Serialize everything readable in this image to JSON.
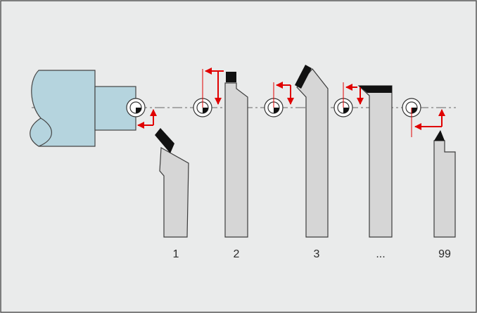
{
  "diagram": {
    "tool_labels": [
      "1",
      "2",
      "3",
      "...",
      "99"
    ]
  },
  "colors": {
    "background": "#eaebeb",
    "frame": "#555555",
    "workpiece_fill": "#b5d4de",
    "workpiece_stroke": "#444444",
    "tool_fill": "#d6d6d6",
    "tool_stroke": "#3c3c3c",
    "insert": "#111111",
    "arrow": "#e00000",
    "centerline": "#666666"
  }
}
